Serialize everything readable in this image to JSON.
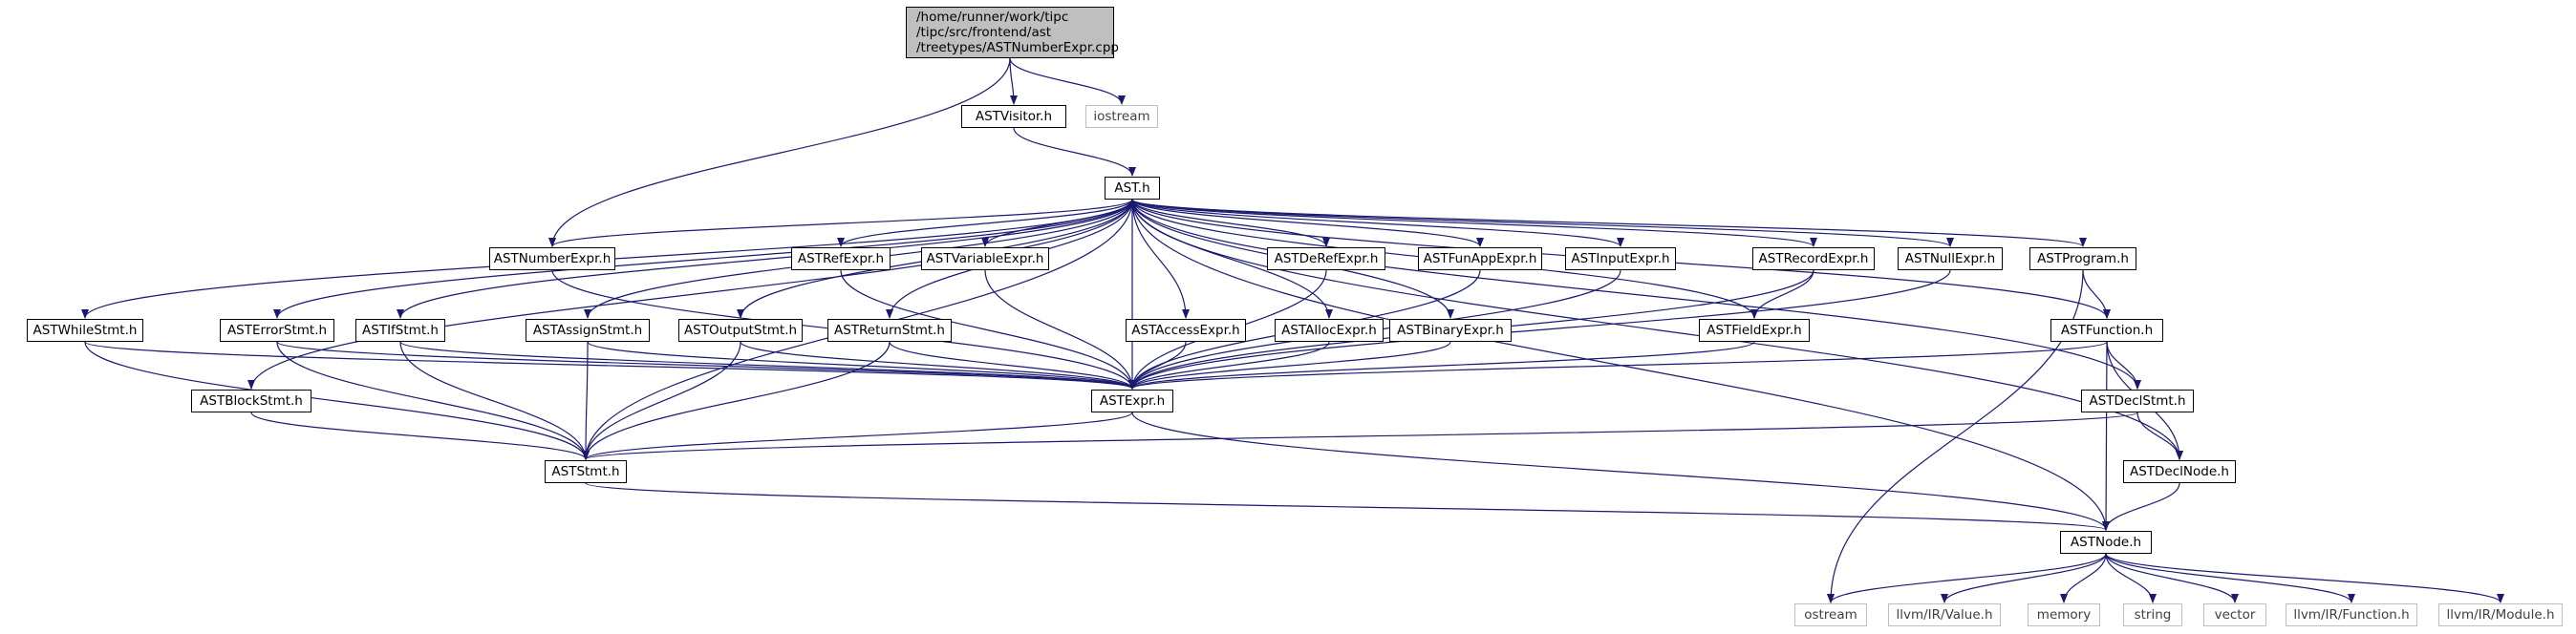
{
  "root": {
    "label_lines": [
      "/home/runner/work/tipc",
      "/tipc/src/frontend/ast",
      "/treetypes/ASTNumberExpr.cpp"
    ]
  },
  "nodes": {
    "astvisitor": "ASTVisitor.h",
    "iostream": "iostream",
    "ast": "AST.h",
    "astnumberexpr": "ASTNumberExpr.h",
    "astrefexpr": "ASTRefExpr.h",
    "astvariableexpr": "ASTVariableExpr.h",
    "astderefexpr": "ASTDeRefExpr.h",
    "astfunappexpr": "ASTFunAppExpr.h",
    "astinputexpr": "ASTInputExpr.h",
    "astrecordexpr": "ASTRecordExpr.h",
    "astnullexpr": "ASTNullExpr.h",
    "astprogram": "ASTProgram.h",
    "astwhilestmt": "ASTWhileStmt.h",
    "asterrorstmt": "ASTErrorStmt.h",
    "astifstmt": "ASTIfStmt.h",
    "astassignstmt": "ASTAssignStmt.h",
    "astoutputstmt": "ASTOutputStmt.h",
    "astreturnstmt": "ASTReturnStmt.h",
    "astaccessexpr": "ASTAccessExpr.h",
    "astallocexpr": "ASTAllocExpr.h",
    "astbinaryexpr": "ASTBinaryExpr.h",
    "astfieldexpr": "ASTFieldExpr.h",
    "astfunction": "ASTFunction.h",
    "astblockstmt": "ASTBlockStmt.h",
    "astexpr": "ASTExpr.h",
    "astdeclstmt": "ASTDeclStmt.h",
    "aststmt": "ASTStmt.h",
    "astdeclnode": "ASTDeclNode.h",
    "astnode": "ASTNode.h",
    "ostream": "ostream",
    "llvm_value": "llvm/IR/Value.h",
    "memory": "memory",
    "string": "string",
    "vector": "vector",
    "llvm_function": "llvm/IR/Function.h",
    "llvm_module": "llvm/IR/Module.h"
  },
  "colors": {
    "edge": "#191970",
    "node_border": "#000000",
    "external_border": "#bfbfbf",
    "external_text": "#404040",
    "root_fill": "#bfbfbf"
  }
}
